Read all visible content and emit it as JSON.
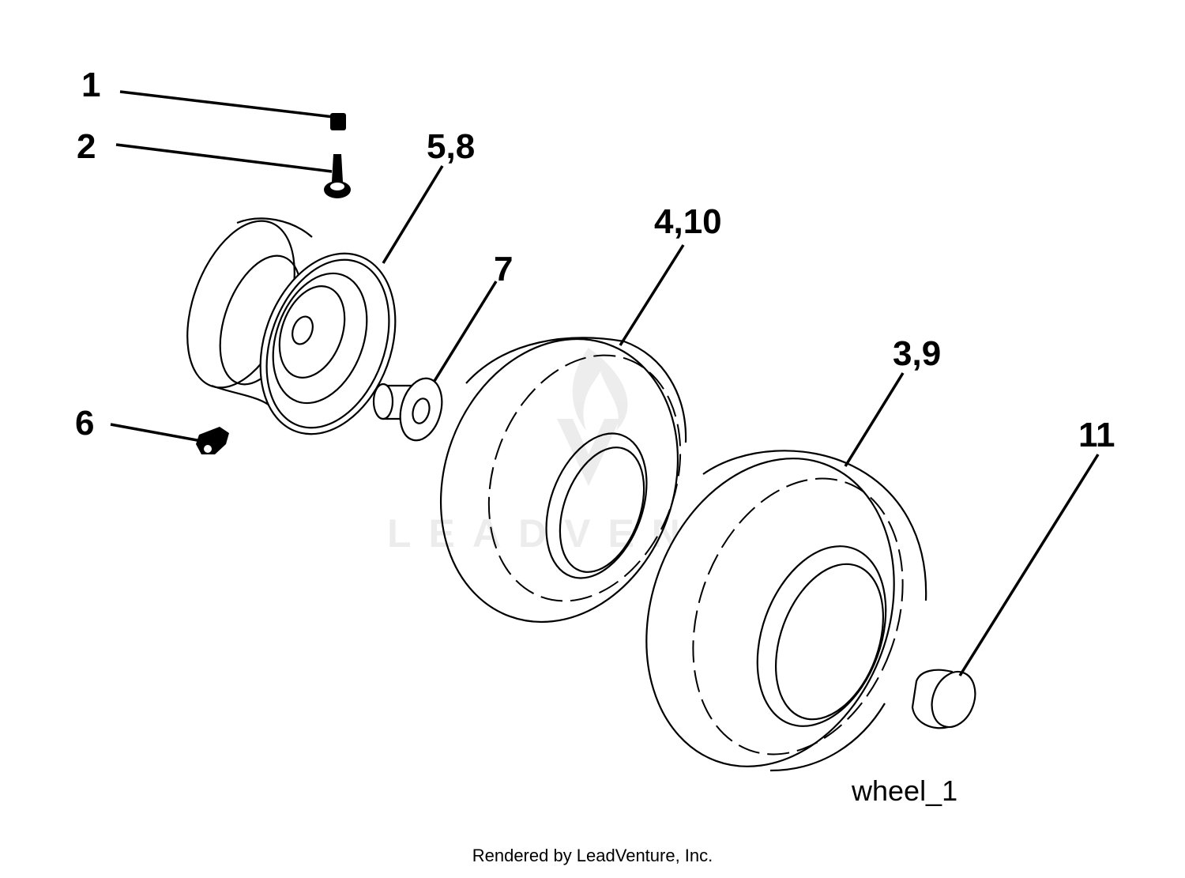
{
  "callouts": [
    "1",
    "2",
    "5,8",
    "4,10",
    "7",
    "3,9",
    "11",
    "6"
  ],
  "figure_name": "wheel_1",
  "watermark": "LEADVENTURE",
  "credit": "Rendered by LeadVenture, Inc."
}
